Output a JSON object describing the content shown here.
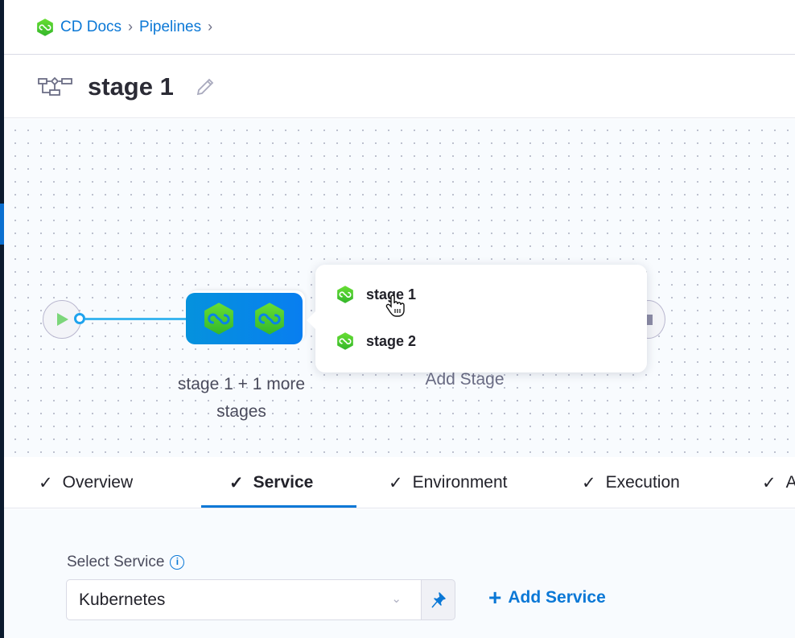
{
  "breadcrumb": {
    "items": [
      "CD Docs",
      "Pipelines"
    ]
  },
  "header": {
    "title": "stage 1"
  },
  "canvas": {
    "node_label": "stage 1 + 1 more stages",
    "add_stage_label": "Add Stage",
    "popup_items": [
      {
        "label": "stage 1",
        "icon": "cd-hex-icon"
      },
      {
        "label": "stage 2",
        "icon": "cd-hex-icon"
      }
    ]
  },
  "tabs": [
    {
      "label": "Overview",
      "completed": true
    },
    {
      "label": "Service",
      "completed": true,
      "active": true
    },
    {
      "label": "Environment",
      "completed": true
    },
    {
      "label": "Execution",
      "completed": true
    },
    {
      "label": "A",
      "completed": true
    }
  ],
  "form": {
    "select_service_label": "Select Service",
    "service_value": "Kubernetes",
    "add_service_label": "Add Service"
  },
  "colors": {
    "accent": "#0b78d6",
    "node_bg": "#0788e8",
    "cd_green": "#4bcb2a",
    "sidebar": "#0b1a2e"
  }
}
